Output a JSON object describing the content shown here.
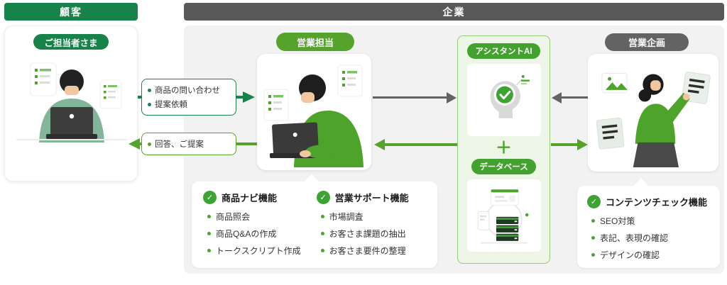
{
  "headers": {
    "customer": "顧客",
    "company": "企業"
  },
  "roles": {
    "customer": "ご担当者さま",
    "sales": "営業担当",
    "assistant_ai": "アシスタントAI",
    "database": "データベース",
    "planning": "営業企画"
  },
  "connector": {
    "plus": "＋"
  },
  "flows": {
    "request": {
      "items": [
        "商品の問い合わせ",
        "提案依頼"
      ]
    },
    "response": {
      "items": [
        "回答、ご提案"
      ]
    }
  },
  "features": [
    {
      "title": "商品ナビ機能",
      "items": [
        "商品照会",
        "商品Q&Aの作成",
        "トークスクリプト作成"
      ]
    },
    {
      "title": "営業サポート機能",
      "items": [
        "市場調査",
        "お客さま課題の抽出",
        "お客さま要件の整理"
      ]
    },
    {
      "title": "コンテンツチェック機能",
      "items": [
        "SEO対策",
        "表記、表現の確認",
        "デザインの確認"
      ]
    }
  ],
  "icons": {
    "check": "✓"
  },
  "colors": {
    "deep_green": "#17834a",
    "bright_green": "#55a32a",
    "check_green": "#3da333",
    "ai_pill_green": "#43a12f",
    "ai_panel_bg": "#edf6e6",
    "ai_panel_border": "#95c97c",
    "header_gray": "#595959",
    "pill_gray": "#636363",
    "panel_gray": "#f2f2f2"
  }
}
